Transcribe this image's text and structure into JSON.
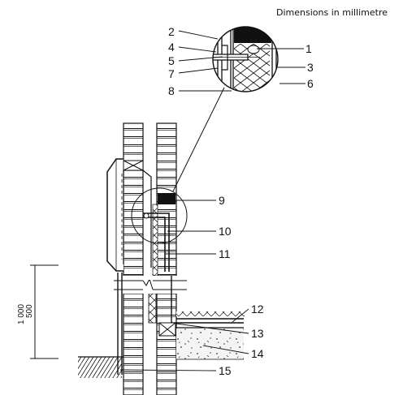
{
  "header": {
    "note": "Dimensions in millimetre"
  },
  "dimensions": {
    "upper": "1 000",
    "lower": "500"
  },
  "callouts": {
    "c1": "1",
    "c2": "2",
    "c3": "3",
    "c4": "4",
    "c5": "5",
    "c6": "6",
    "c7": "7",
    "c8": "8",
    "c9": "9",
    "c10": "10",
    "c11": "11",
    "c12": "12",
    "c13": "13",
    "c14": "14",
    "c15": "15"
  }
}
